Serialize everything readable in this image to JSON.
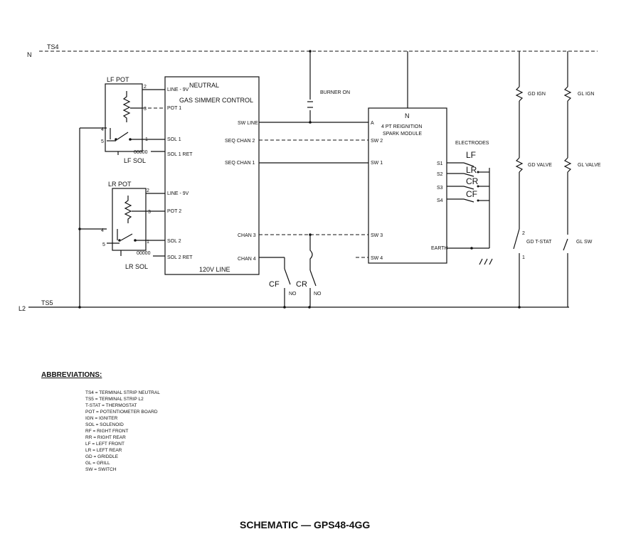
{
  "title": "SCHEMATIC — GPS48-4GG",
  "rails": {
    "n_label": "N",
    "ts4": "TS4",
    "l2_label": "L2",
    "ts5": "TS5"
  },
  "lf_pot": {
    "label": "LF POT",
    "sol": "LF SOL",
    "t2": "2",
    "t3": "3",
    "t4": "4",
    "t5": "5",
    "t1": "1",
    "coil": "00000"
  },
  "lr_pot": {
    "label": "LR POT",
    "sol": "LR SOL",
    "t2": "2",
    "t3": "3",
    "t4": "4",
    "t5": "5",
    "t1": "1",
    "coil": "00000"
  },
  "simmer": {
    "neutral": "NEUTRAL",
    "name": "GAS SIMMER CONTROL",
    "line_bottom": "120V LINE",
    "left_pins": [
      "LINE - 9V",
      "POT 1",
      "SOL 1",
      "SOL 1 RET",
      "LINE - 9V",
      "POT 2",
      "SOL 2",
      "SOL 2 RET"
    ],
    "right_pins": [
      "SW LINE",
      "SEQ CHAN 2",
      "SEQ CHAN 1",
      "CHAN 3",
      "CHAN 4"
    ]
  },
  "burner_on": "BURNER ON",
  "spark": {
    "n": "N",
    "name1": "4 PT REIGNITION",
    "name2": "SPARK MODULE",
    "left_pins": [
      "A",
      "SW 2",
      "SW 1",
      "SW 3",
      "SW 4"
    ],
    "right_pins": [
      "S1",
      "S2",
      "S3",
      "S4",
      "EARTH"
    ]
  },
  "electrodes": {
    "label": "ELECTRODES",
    "items": [
      "LF",
      "LR",
      "CR",
      "CF"
    ]
  },
  "switches": {
    "cf": "CF",
    "cr": "CR",
    "no1": "NO",
    "no2": "NO"
  },
  "gd_branch": {
    "ign": "GD IGN",
    "valve": "GD VALVE",
    "tstat": "GD T-STAT",
    "t2": "2",
    "t1": "1"
  },
  "gl_branch": {
    "ign": "GL IGN",
    "valve": "GL VALVE",
    "sw": "GL SW"
  },
  "abbreviations": {
    "heading": "ABBREVIATIONS:",
    "items": [
      "TS4 = TERMINAL STRIP NEUTRAL",
      "TS5 = TERMINAL STRIP L2",
      "T-STAT = THERMOSTAT",
      "POT = POTENTIOMETER BOARD",
      "IGN = IGNITER",
      "SOL = SOLENOID",
      "RF = RIGHT FRONT",
      "RR = RIGHT REAR",
      "LF = LEFT FRONT",
      "LR = LEFT REAR",
      "GD = GRIDDLE",
      "GL = GRILL",
      "SW = SWITCH"
    ]
  }
}
